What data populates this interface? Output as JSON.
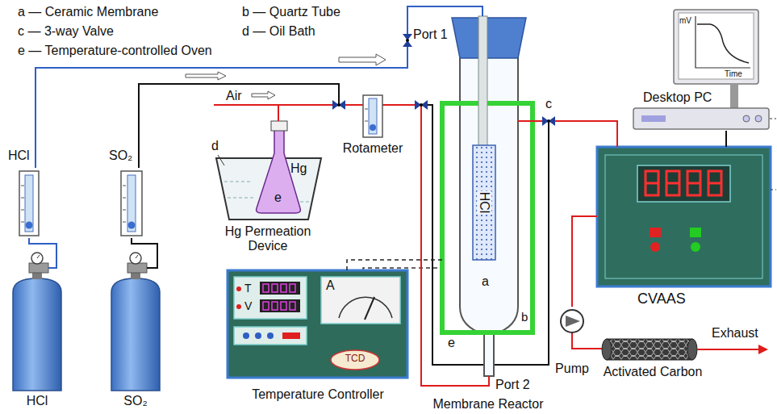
{
  "diagram": {
    "nodes": [
      {
        "text": [
          "HCl"
        ]
      },
      {
        "text": [
          "SO₂"
        ]
      },
      {
        "text": [
          "Hg",
          "Hg Permeation Device"
        ]
      },
      {
        "text": [
          "Rotameter"
        ]
      },
      {
        "text": [
          "HCl",
          "Membrane Reactor"
        ]
      },
      {
        "text": [
          "mV",
          "Time",
          "Desktop PC"
        ]
      },
      {
        "text": [
          "CVAAS"
        ]
      },
      {
        "text": [
          "HCl"
        ]
      },
      {
        "text": [
          "SO₂"
        ]
      },
      {
        "text": [
          "T",
          "V",
          "A",
          "TCD",
          "Temperature Controller"
        ]
      },
      {
        "text": [
          "Pump"
        ]
      },
      {
        "text": [
          "Activated Carbon"
        ]
      }
    ],
    "edges": [
      {
        "from": 7,
        "to": 0,
        "arrow": "none"
      },
      {
        "from": 0,
        "to": 4,
        "arrow": "none"
      },
      {
        "from": 8,
        "to": 1,
        "arrow": "none"
      },
      {
        "from": 1,
        "to": 3,
        "arrow": "none"
      },
      {
        "from": 2,
        "to": 3,
        "arrow": "none"
      },
      {
        "from": 3,
        "to": 4,
        "arrow": "none"
      },
      {
        "from": 9,
        "to": 4,
        "arrow": "none"
      },
      {
        "from": 4,
        "to": 6,
        "arrow": "none"
      },
      {
        "from": 6,
        "to": 5,
        "arrow": "none"
      },
      {
        "from": 6,
        "to": 10,
        "arrow": "none"
      },
      {
        "from": 10,
        "to": 11,
        "arrow": "none"
      }
    ],
    "labels": [
      "a — Ceramic Membrane",
      "b — Quartz Tube",
      "c — 3-way Valve",
      "d — Oil Bath",
      "e — Temperature-controlled Oven",
      "Air",
      "d",
      "e",
      "Port 1",
      "c",
      "a",
      "b",
      "e",
      "Port 2",
      "Exhaust"
    ]
  }
}
